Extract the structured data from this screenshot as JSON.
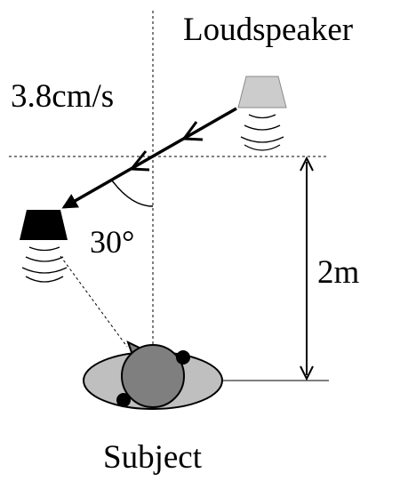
{
  "labels": {
    "loudspeaker": "Loudspeaker",
    "speed": "3.8cm/s",
    "angle": "30°",
    "distance": "2m",
    "subject": "Subject"
  },
  "colors": {
    "start_speaker": "#cccccc",
    "end_speaker": "#000000",
    "head": "#7f7f7f",
    "body_ellipse": "#bfbfbf",
    "ink": "#000000"
  }
}
